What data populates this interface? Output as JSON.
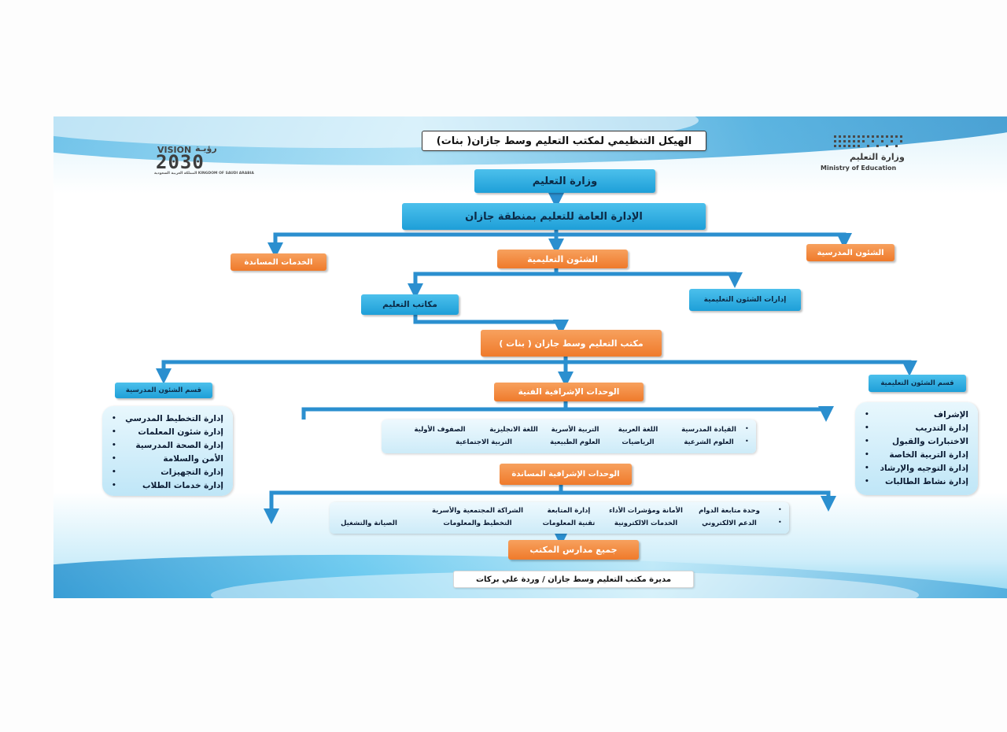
{
  "header": {
    "title": "الهيكل التنظيمي لمكتب التعليم وسط جازان( بنات)",
    "vision_logo_small": "رؤيـة",
    "vision_logo_word": "VISION",
    "vision_logo_year": "2030",
    "vision_logo_sub": "المملكة العربية السعودية KINGDOM OF SAUDI ARABIA",
    "ministry_logo_ar": "وزارة التعليم",
    "ministry_logo_en": "Ministry of Education"
  },
  "nodes": {
    "ministry": "وزارة التعليم",
    "general_admin": "الإدارة العامة للتعليم بمنطقة جازان",
    "support_services": "الخدمات المساندة",
    "educational_affairs": "الشئون التعليمية",
    "school_affairs": "الشئون المدرسية",
    "education_offices": "مكاتب التعليم",
    "educational_affairs_admins": "إدارات الشئون التعليمية",
    "central_office": "مكتب التعليم وسط جازان ( بنات )",
    "school_affairs_dept": "قسم الشئون المدرسية",
    "technical_units": "الوحدات الإشرافية الفنية",
    "educational_affairs_dept": "قسم الشئون التعليمية",
    "support_units": "الوحدات الإشرافية المساندة",
    "all_schools": "جميع مدارس المكتب"
  },
  "school_affairs_list": [
    "إدارة التخطيط المدرسي",
    "إدارة شئون المعلمات",
    "إدارة الصحة المدرسية",
    "الأمن والسلامة",
    "إدارة التجهيزات",
    "إدارة خدمات الطلاب"
  ],
  "educational_affairs_list": [
    "الإشراف",
    "إدارة التدريب",
    "الاختبارات والقبول",
    "إدارة التربية الخاصة",
    "إدارة التوجيه والإرشاد",
    "إدارة نشاط الطالبات"
  ],
  "technical_units_rows": [
    [
      "القيادة المدرسية",
      "اللغة العربية",
      "التربية الأسرية",
      "اللغة الانجليزية",
      "الصفوف الأولية"
    ],
    [
      "العلوم الشرعية",
      "الرياضيات",
      "العلوم الطبيعية",
      "التربية الاجتماعية"
    ]
  ],
  "support_units_rows": [
    [
      "وحدة متابعة الدوام",
      "الأمانة ومؤشرات الأداء",
      "إدارة المتابعة",
      "الشراكة المجتمعية والأسرية"
    ],
    [
      "الدعم الالكتروني",
      "الخدمات الالكترونية",
      "تقنية المعلومات",
      "التخطيط والمعلومات",
      "الصيانة والتشغيل"
    ]
  ],
  "bullet_symbol": "•",
  "footer": {
    "signature": "مديرة مكتب التعليم وسط جازان / وردة علي بركات"
  },
  "colors": {
    "blue_box": "#1e9fd8",
    "orange_box": "#ef7a2b",
    "connector": "#2b8fcf"
  }
}
